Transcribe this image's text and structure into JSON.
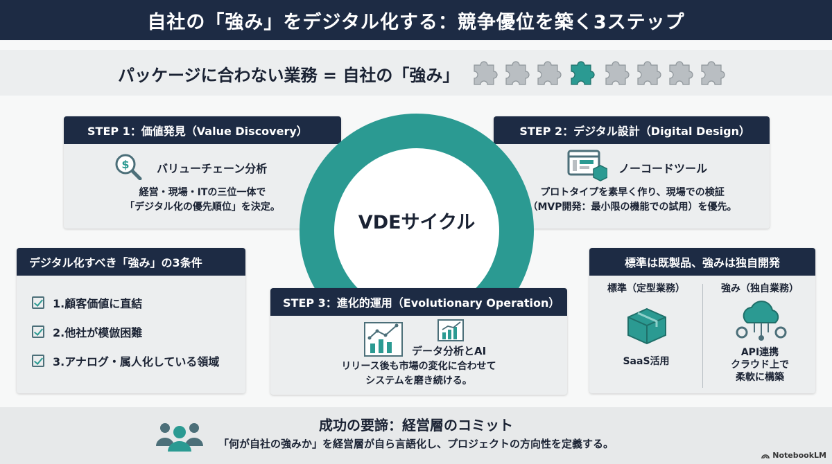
{
  "title": "自社の「強み」をデジタル化する：競争優位を築く3ステップ",
  "subtitle": "パッケージに合わない業務 = 自社の「強み」",
  "cycle_label": "VDEサイクル",
  "step1": {
    "header": "STEP 1：価値発見（Value Discovery）",
    "feature": "バリューチェーン分析",
    "desc_lines": [
      "経営・現場・ITの三位一体で",
      "「デジタル化の優先順位」を決定。"
    ]
  },
  "step2": {
    "header": "STEP 2：デジタル設計（Digital Design）",
    "feature": "ノーコードツール",
    "desc_lines": [
      "プロトタイプを素早く作り、現場での検証",
      "（MVP開発：最小限の機能での試用）を優先。"
    ]
  },
  "step3": {
    "header": "STEP 3：進化的運用（Evolutionary Operation）",
    "feature": "データ分析とAI",
    "desc_lines": [
      "リリース後も市場の変化に合わせて",
      "システムを磨き続ける。"
    ]
  },
  "conditions": {
    "header": "デジタル化すべき「強み」の3条件",
    "items": [
      "1.顧客価値に直結",
      "2.他社が模倣困難",
      "3.アナログ・属人化している領域"
    ]
  },
  "standard": {
    "header": "標準は既製品、強みは独自開発",
    "left_label": "標準（定型業務）",
    "left_caption": "SaaS活用",
    "right_label": "強み（独自業務）",
    "right_caption_lines": [
      "API連携",
      "クラウド上で",
      "柔軟に構築"
    ]
  },
  "bottom": {
    "title": "成功の要諦：経営層のコミット",
    "desc": "「何が自社の強みか」を経営層が自ら言語化し、プロジェクトの方向性を定義する。"
  },
  "brand": "NotebookLM",
  "colors": {
    "navy": "#1d2b44",
    "teal": "#2b9a92",
    "puzzle_gray": "#b9bec2",
    "panel": "#eceeef"
  }
}
